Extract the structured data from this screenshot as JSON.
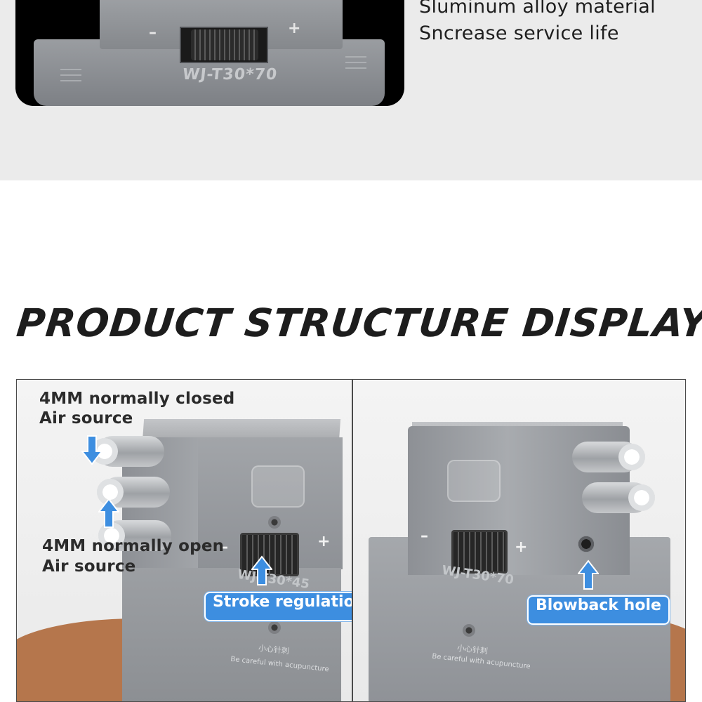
{
  "top": {
    "features": [
      "Sluminum alloy material",
      "Sncrease service life"
    ],
    "device": {
      "model": "WJ-T30*70",
      "minus": "–",
      "plus": "+"
    }
  },
  "section": {
    "title": "PRODUCT STRUCTURE DISPLAY"
  },
  "left_panel": {
    "label_closed_line1": "4MM normally closed",
    "label_closed_line2": "Air source",
    "label_open_line1": "4MM normally open",
    "label_open_line2": "Air source",
    "callout_stroke": "Stroke regulation",
    "model": "WJ-T30*45",
    "minus": "–",
    "plus": "+",
    "warning_cn": "小心针刺",
    "warning": "Be careful with acupuncture"
  },
  "right_panel": {
    "callout_blowback": "Blowback hole",
    "model": "WJ-T30*70",
    "minus": "–",
    "plus": "+",
    "warning_cn": "小心针刺",
    "warning": "Be careful with acupuncture"
  },
  "colors": {
    "callout": "#3d8ee0",
    "arrow": "#3d8ee0",
    "felt": "#b5764c"
  },
  "icons": {
    "arrow_down": "down-arrow-icon",
    "arrow_up": "up-arrow-icon"
  }
}
